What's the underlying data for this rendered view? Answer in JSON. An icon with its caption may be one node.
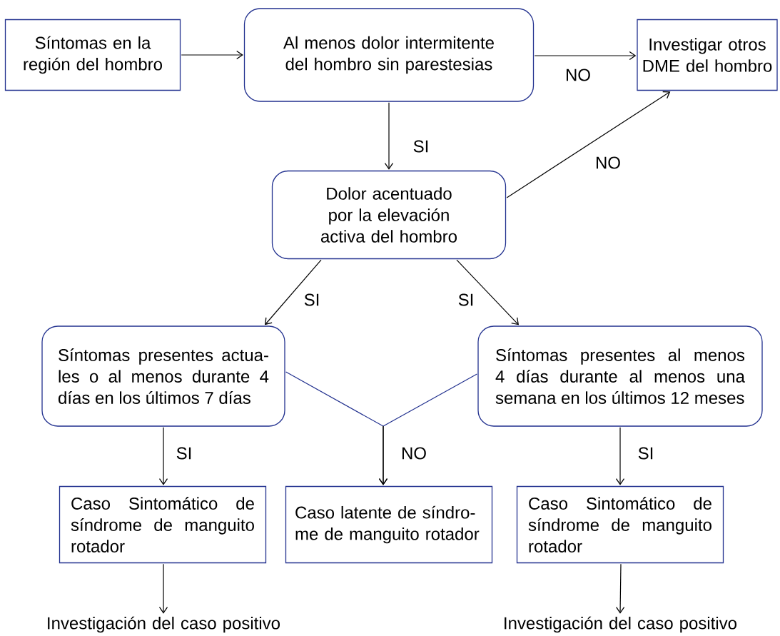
{
  "diagram": {
    "nodes": [
      {
        "text": [
          "Síntomas en la región del hombro"
        ]
      },
      {
        "text": [
          "Al menos dolor intermitente del hombro sin parestesias"
        ]
      },
      {
        "text": [
          "Investigar otros DME del hombro"
        ]
      },
      {
        "text": [
          "Dolor acentuado por la elevación activa del hombro"
        ]
      },
      {
        "text": [
          "Síntomas presentes actua-les o al menos durante 4 días en los últimos 7 días"
        ]
      },
      {
        "text": [
          "Síntomas presentes al menos 4 días durante al menos una semana en los últimos 12 meses"
        ]
      },
      {
        "text": [
          "Caso Sintomático de síndrome de manguito rotador"
        ]
      },
      {
        "text": [
          "Caso latente de síndro-me de manguito rotador"
        ]
      },
      {
        "text": [
          "Caso Sintomático de síndrome de manguito rotador"
        ]
      },
      {
        "text": [
          "Investigación del caso positivo"
        ]
      },
      {
        "text": [
          "Investigación del caso positivo"
        ]
      }
    ],
    "edges": [
      {
        "from": 0,
        "to": 1,
        "arrow": "to"
      },
      {
        "from": 1,
        "to": 2,
        "arrow": "to",
        "label": "NO"
      },
      {
        "from": 1,
        "to": 3,
        "arrow": "to",
        "label": "SI"
      },
      {
        "from": 3,
        "to": 2,
        "arrow": "to",
        "label": "NO"
      },
      {
        "from": 3,
        "to": 4,
        "arrow": "to",
        "label": "SI"
      },
      {
        "from": 3,
        "to": 5,
        "arrow": "to",
        "label": "SI"
      },
      {
        "from": 4,
        "to": 7,
        "arrow": "to",
        "label": "NO",
        "color": "#22318f"
      },
      {
        "from": 5,
        "to": 7,
        "arrow": "to",
        "color": "#22318f"
      },
      {
        "from": 4,
        "to": 6,
        "arrow": "to",
        "label": "SI"
      },
      {
        "from": 5,
        "to": 8,
        "arrow": "to",
        "label": "SI"
      },
      {
        "from": 6,
        "to": 9,
        "arrow": "to"
      },
      {
        "from": 8,
        "to": 10,
        "arrow": "to"
      }
    ]
  }
}
